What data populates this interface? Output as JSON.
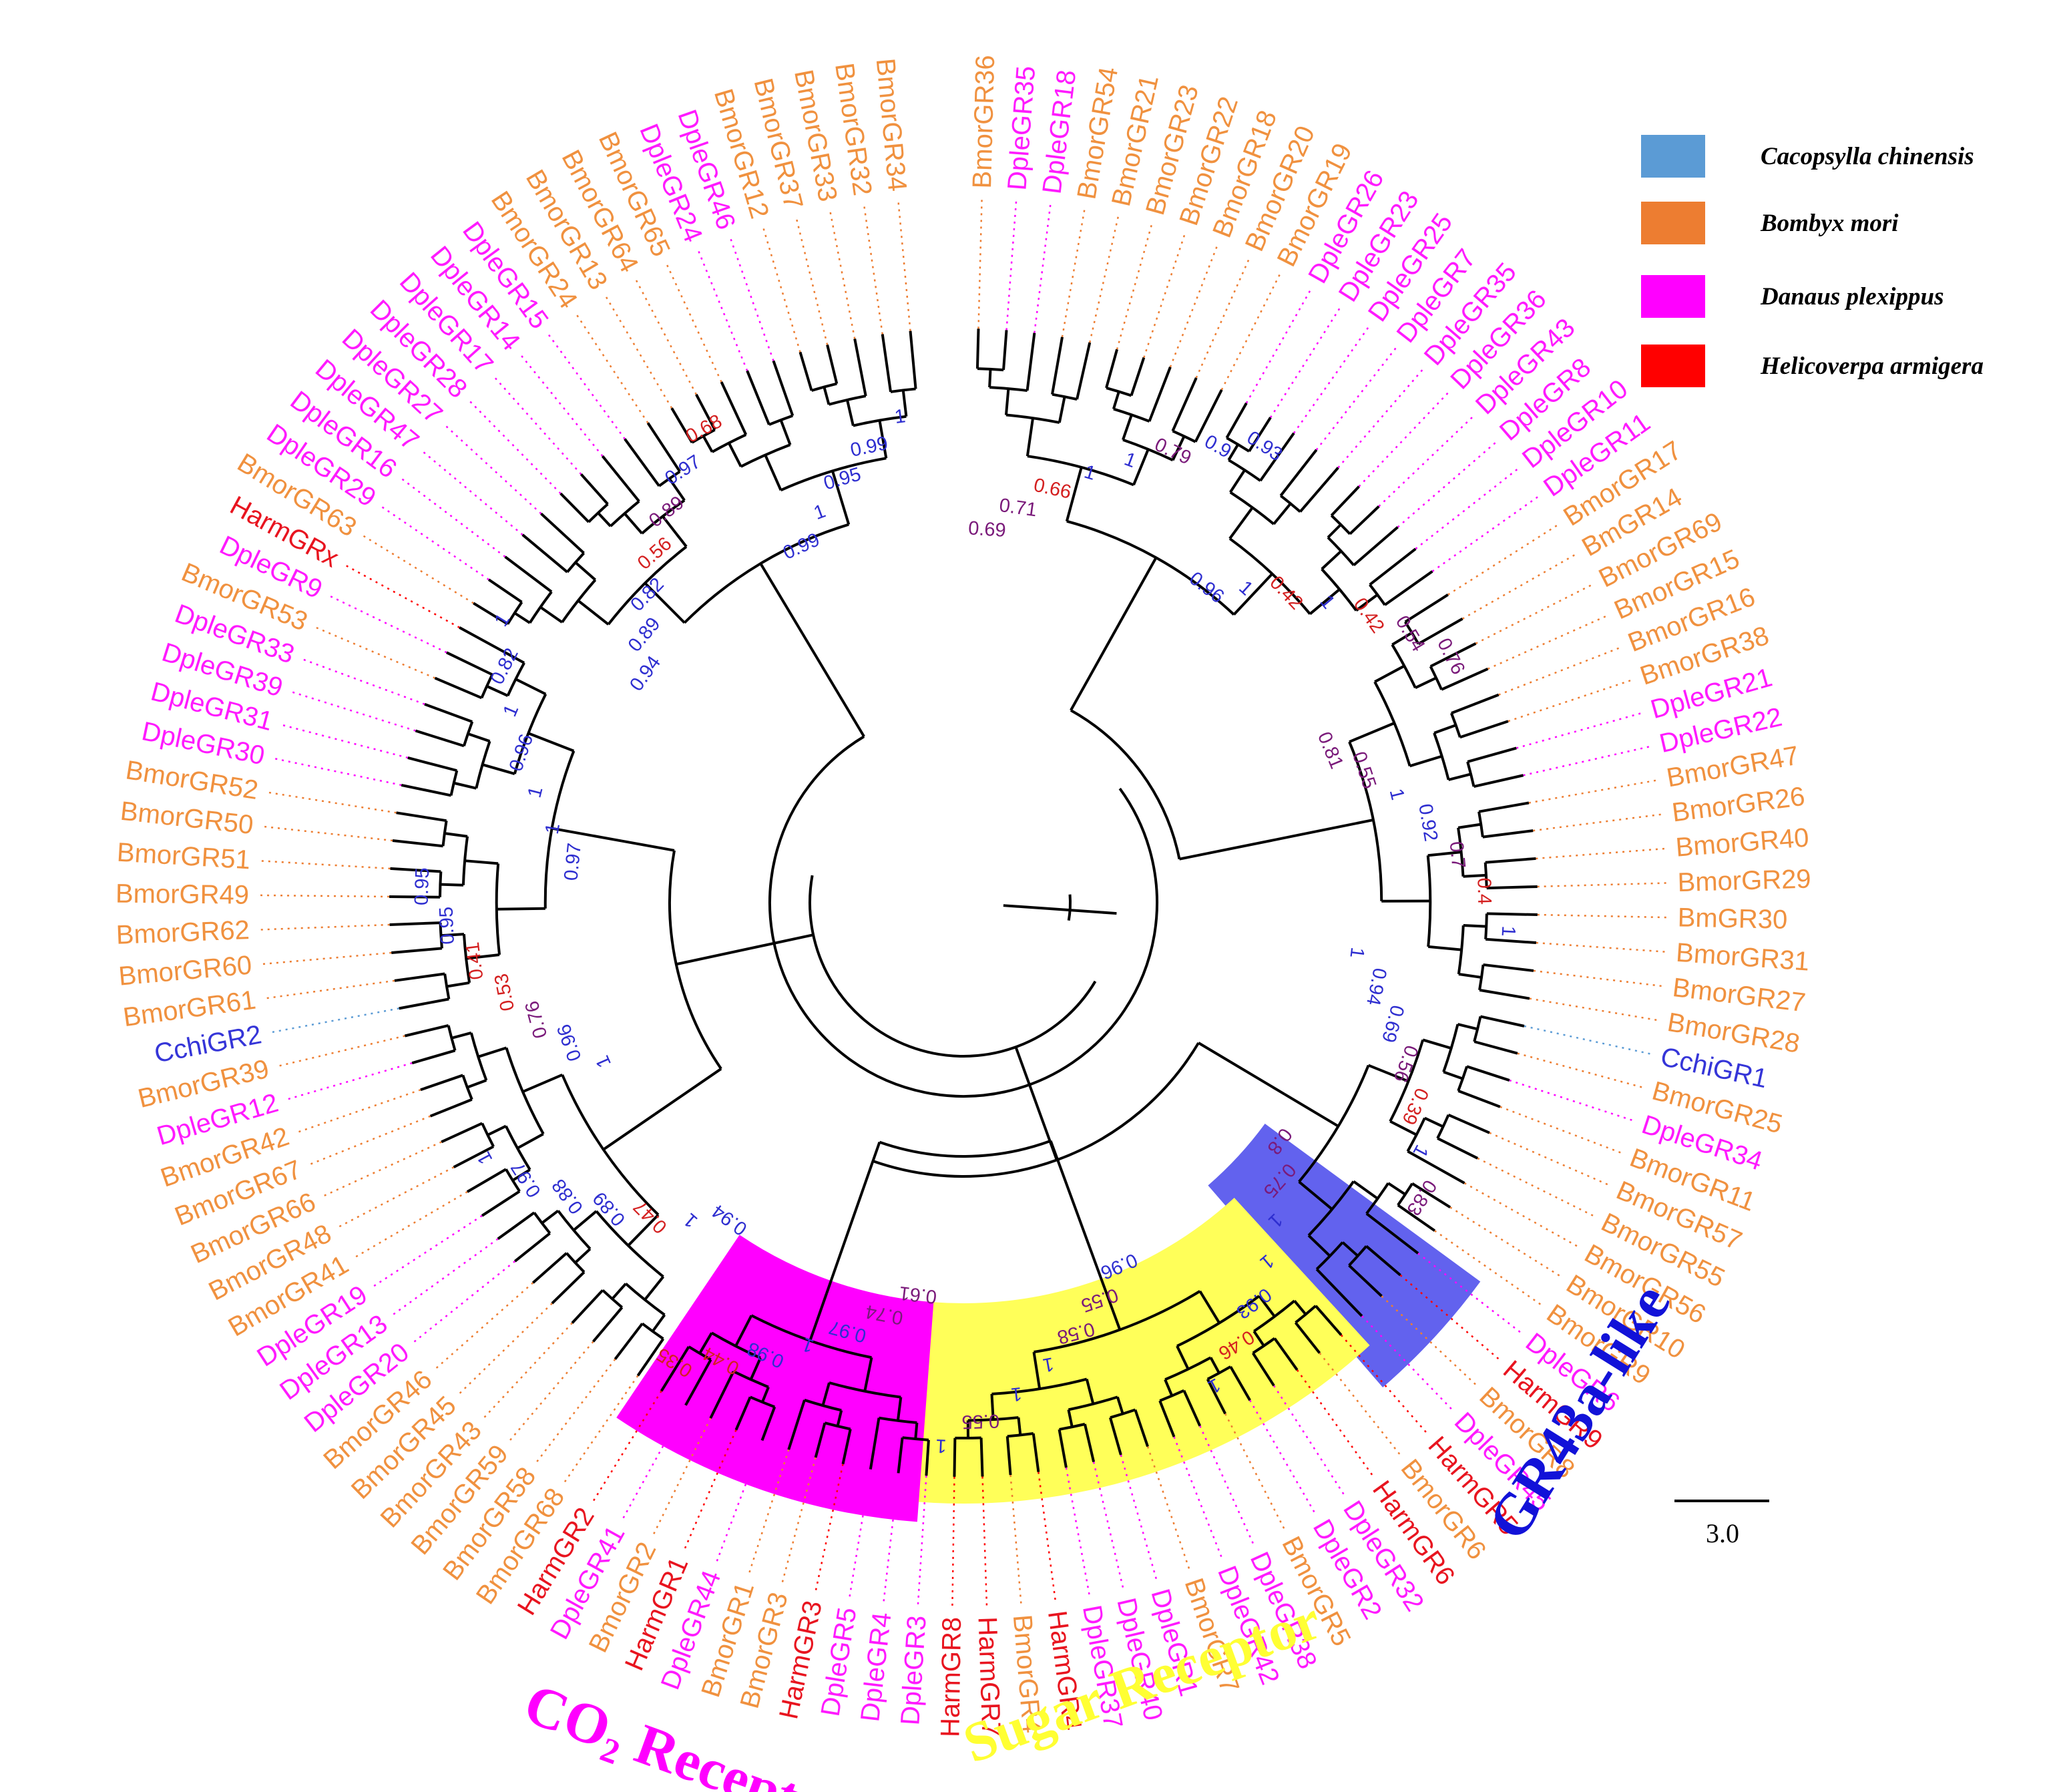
{
  "colors": {
    "Cchi": "#5b9bd5",
    "Bmor": "#ed7d31",
    "Dple": "#ff00ff",
    "Harm": "#ff0000",
    "CchiText": "#3535d8",
    "BmorText": "#f0913f",
    "DpleText": "#ff1aff",
    "HarmText": "#e8141f",
    "branch": "#000000",
    "co2_fill": "#ff00ff",
    "sugar_fill": "#ffff59",
    "gr43a_fill": "#6262ee",
    "co2_text": "#ff00ff",
    "sugar_text": "#ffff33",
    "gr43a_text": "#1212d8",
    "support_high": "#2e2ed0",
    "support_mid": "#7a1a7a",
    "support_low": "#d42020"
  },
  "legend": [
    {
      "key": "Cchi",
      "label": "Cacopsylla  chinensis"
    },
    {
      "key": "Bmor",
      "label": "Bombyx mori"
    },
    {
      "key": "Dple",
      "label": "Danaus plexippus"
    },
    {
      "key": "Harm",
      "label": "Helicoverpa armigera"
    }
  ],
  "clades": [
    {
      "name": "co2",
      "label_main": "CO",
      "label_sub": "2",
      "label_rest": " Receptor"
    },
    {
      "name": "sugar",
      "label_main": "Sugar Receptor"
    },
    {
      "name": "gr43a",
      "label_main": "GR43a-like"
    }
  ],
  "scale_bar": {
    "label": "3.0"
  },
  "leaves": [
    {
      "label": "BmorGR36",
      "sp": "Bmor"
    },
    {
      "label": "DpleGR35",
      "sp": "Dple"
    },
    {
      "label": "DpleGR18",
      "sp": "Dple"
    },
    {
      "label": "BmorGR54",
      "sp": "Bmor"
    },
    {
      "label": "BmorGR21",
      "sp": "Bmor"
    },
    {
      "label": "BmorGR23",
      "sp": "Bmor"
    },
    {
      "label": "BmorGR22",
      "sp": "Bmor"
    },
    {
      "label": "BmorGR18",
      "sp": "Bmor"
    },
    {
      "label": "BmorGR20",
      "sp": "Bmor"
    },
    {
      "label": "BmorGR19",
      "sp": "Bmor"
    },
    {
      "label": "DpleGR26",
      "sp": "Dple"
    },
    {
      "label": "DpleGR23",
      "sp": "Dple"
    },
    {
      "label": "DpleGR25",
      "sp": "Dple"
    },
    {
      "label": "DpleGR7",
      "sp": "Dple"
    },
    {
      "label": "DpleGR35",
      "sp": "Dple"
    },
    {
      "label": "DpleGR36",
      "sp": "Dple"
    },
    {
      "label": "DpleGR43",
      "sp": "Dple"
    },
    {
      "label": "DpleGR8",
      "sp": "Dple"
    },
    {
      "label": "DpleGR10",
      "sp": "Dple"
    },
    {
      "label": "DpleGR11",
      "sp": "Dple"
    },
    {
      "label": "BmorGR17",
      "sp": "Bmor"
    },
    {
      "label": "BmGR14",
      "sp": "Bmor"
    },
    {
      "label": "BmorGR69",
      "sp": "Bmor"
    },
    {
      "label": "BmorGR15",
      "sp": "Bmor"
    },
    {
      "label": "BmorGR16",
      "sp": "Bmor"
    },
    {
      "label": "BmorGR38",
      "sp": "Bmor"
    },
    {
      "label": "DpleGR21",
      "sp": "Dple"
    },
    {
      "label": "DpleGR22",
      "sp": "Dple"
    },
    {
      "label": "BmorGR47",
      "sp": "Bmor"
    },
    {
      "label": "BmorGR26",
      "sp": "Bmor"
    },
    {
      "label": "BmorGR40",
      "sp": "Bmor"
    },
    {
      "label": "BmorGR29",
      "sp": "Bmor"
    },
    {
      "label": "BmGR30",
      "sp": "Bmor"
    },
    {
      "label": "BmorGR31",
      "sp": "Bmor"
    },
    {
      "label": "BmorGR27",
      "sp": "Bmor"
    },
    {
      "label": "BmorGR28",
      "sp": "Bmor"
    },
    {
      "label": "CchiGR1",
      "sp": "Cchi"
    },
    {
      "label": "BmorGR25",
      "sp": "Bmor"
    },
    {
      "label": "DpleGR34",
      "sp": "Dple"
    },
    {
      "label": "BmorGR11",
      "sp": "Bmor"
    },
    {
      "label": "BmorGR57",
      "sp": "Bmor"
    },
    {
      "label": "BmorGR55",
      "sp": "Bmor"
    },
    {
      "label": "BmorGR56",
      "sp": "Bmor"
    },
    {
      "label": "BmorGR10",
      "sp": "Bmor"
    },
    {
      "label": "BmorGR9",
      "sp": "Bmor"
    },
    {
      "label": "DpleGR6",
      "sp": "Dple"
    },
    {
      "label": "HarmGR9",
      "sp": "Harm"
    },
    {
      "label": "BmorGR8",
      "sp": "Bmor"
    },
    {
      "label": "DpleGR45",
      "sp": "Dple"
    },
    {
      "label": "HarmGR5",
      "sp": "Harm"
    },
    {
      "label": "BmorGR6",
      "sp": "Bmor"
    },
    {
      "label": "HarmGR6",
      "sp": "Harm"
    },
    {
      "label": "DpleGR32",
      "sp": "Dple"
    },
    {
      "label": "DpleGR2",
      "sp": "Dple"
    },
    {
      "label": "BmorGR5",
      "sp": "Bmor"
    },
    {
      "label": "DpleGR38",
      "sp": "Dple"
    },
    {
      "label": "DpleGR42",
      "sp": "Dple"
    },
    {
      "label": "BmorGR7",
      "sp": "Bmor"
    },
    {
      "label": "DpleGR1",
      "sp": "Dple"
    },
    {
      "label": "DpleGR40",
      "sp": "Dple"
    },
    {
      "label": "DpleGR37",
      "sp": "Dple"
    },
    {
      "label": "HarmGR4",
      "sp": "Harm"
    },
    {
      "label": "BmorGR4",
      "sp": "Bmor"
    },
    {
      "label": "HarmGR7",
      "sp": "Harm"
    },
    {
      "label": "HarmGR8",
      "sp": "Harm"
    },
    {
      "label": "DpleGR3",
      "sp": "Dple"
    },
    {
      "label": "DpleGR4",
      "sp": "Dple"
    },
    {
      "label": "DpleGR5",
      "sp": "Dple"
    },
    {
      "label": "HarmGR3",
      "sp": "Harm"
    },
    {
      "label": "BmorGR3",
      "sp": "Bmor"
    },
    {
      "label": "BmorGR1",
      "sp": "Bmor"
    },
    {
      "label": "DpleGR44",
      "sp": "Dple"
    },
    {
      "label": "HarmGR1",
      "sp": "Harm"
    },
    {
      "label": "BmorGR2",
      "sp": "Bmor"
    },
    {
      "label": "DpleGR41",
      "sp": "Dple"
    },
    {
      "label": "HarmGR2",
      "sp": "Harm"
    },
    {
      "label": "BmorGR68",
      "sp": "Bmor"
    },
    {
      "label": "BmorGR58",
      "sp": "Bmor"
    },
    {
      "label": "BmorGR59",
      "sp": "Bmor"
    },
    {
      "label": "BmorGR43",
      "sp": "Bmor"
    },
    {
      "label": "BmorGR45",
      "sp": "Bmor"
    },
    {
      "label": "BmorGR46",
      "sp": "Bmor"
    },
    {
      "label": "DpleGR20",
      "sp": "Dple"
    },
    {
      "label": "DpleGR13",
      "sp": "Dple"
    },
    {
      "label": "DpleGR19",
      "sp": "Dple"
    },
    {
      "label": "BmorGR41",
      "sp": "Bmor"
    },
    {
      "label": "BmorGR48",
      "sp": "Bmor"
    },
    {
      "label": "BmorGR66",
      "sp": "Bmor"
    },
    {
      "label": "BmorGR67",
      "sp": "Bmor"
    },
    {
      "label": "BmorGR42",
      "sp": "Bmor"
    },
    {
      "label": "DpleGR12",
      "sp": "Dple"
    },
    {
      "label": "BmorGR39",
      "sp": "Bmor"
    },
    {
      "label": "CchiGR2",
      "sp": "Cchi"
    },
    {
      "label": "BmorGR61",
      "sp": "Bmor"
    },
    {
      "label": "BmorGR60",
      "sp": "Bmor"
    },
    {
      "label": "BmorGR62",
      "sp": "Bmor"
    },
    {
      "label": "BmorGR49",
      "sp": "Bmor"
    },
    {
      "label": "BmorGR51",
      "sp": "Bmor"
    },
    {
      "label": "BmorGR50",
      "sp": "Bmor"
    },
    {
      "label": "BmorGR52",
      "sp": "Bmor"
    },
    {
      "label": "DpleGR30",
      "sp": "Dple"
    },
    {
      "label": "DpleGR31",
      "sp": "Dple"
    },
    {
      "label": "DpleGR39",
      "sp": "Dple"
    },
    {
      "label": "DpleGR33",
      "sp": "Dple"
    },
    {
      "label": "BmorGR53",
      "sp": "Bmor"
    },
    {
      "label": "DpleGR9",
      "sp": "Dple"
    },
    {
      "label": "HarmGRx",
      "sp": "Harm"
    },
    {
      "label": "BmorGR63",
      "sp": "Bmor"
    },
    {
      "label": "DpleGR29",
      "sp": "Dple"
    },
    {
      "label": "DpleGR16",
      "sp": "Dple"
    },
    {
      "label": "DpleGR47",
      "sp": "Dple"
    },
    {
      "label": "DpleGR27",
      "sp": "Dple"
    },
    {
      "label": "DpleGR28",
      "sp": "Dple"
    },
    {
      "label": "DpleGR17",
      "sp": "Dple"
    },
    {
      "label": "DpleGR14",
      "sp": "Dple"
    },
    {
      "label": "DpleGR15",
      "sp": "Dple"
    },
    {
      "label": "BmorGR24",
      "sp": "Bmor"
    },
    {
      "label": "BmorGR13",
      "sp": "Bmor"
    },
    {
      "label": "BmorGR64",
      "sp": "Bmor"
    },
    {
      "label": "BmorGR65",
      "sp": "Bmor"
    },
    {
      "label": "DpleGR24",
      "sp": "Dple"
    },
    {
      "label": "DpleGR46",
      "sp": "Dple"
    },
    {
      "label": "BmorGR12",
      "sp": "Bmor"
    },
    {
      "label": "BmorGR37",
      "sp": "Bmor"
    },
    {
      "label": "BmorGR33",
      "sp": "Bmor"
    },
    {
      "label": "BmorGR32",
      "sp": "Bmor"
    },
    {
      "label": "BmorGR34",
      "sp": "Bmor"
    }
  ],
  "support_values": [
    {
      "v": "0.69",
      "lvl": "mid"
    },
    {
      "v": "0.71",
      "lvl": "mid"
    },
    {
      "v": "0.66",
      "lvl": "low"
    },
    {
      "v": "1",
      "lvl": "high"
    },
    {
      "v": "1",
      "lvl": "high"
    },
    {
      "v": "0.79",
      "lvl": "mid"
    },
    {
      "v": "0.9",
      "lvl": "high"
    },
    {
      "v": "0.93",
      "lvl": "high"
    },
    {
      "v": "0.96",
      "lvl": "high"
    },
    {
      "v": "1",
      "lvl": "high"
    },
    {
      "v": "0.42",
      "lvl": "low"
    },
    {
      "v": "1",
      "lvl": "high"
    },
    {
      "v": "0.42",
      "lvl": "low"
    },
    {
      "v": "0.54",
      "lvl": "mid"
    },
    {
      "v": "0.76",
      "lvl": "mid"
    },
    {
      "v": "0.81",
      "lvl": "mid"
    },
    {
      "v": "0.55",
      "lvl": "mid"
    },
    {
      "v": "1",
      "lvl": "high"
    },
    {
      "v": "0.92",
      "lvl": "high"
    },
    {
      "v": "0.7",
      "lvl": "mid"
    },
    {
      "v": "0.4",
      "lvl": "low"
    },
    {
      "v": "1",
      "lvl": "high"
    },
    {
      "v": "1",
      "lvl": "high"
    },
    {
      "v": "0.94",
      "lvl": "high"
    },
    {
      "v": "0.69",
      "lvl": "high"
    },
    {
      "v": "0.56",
      "lvl": "mid"
    },
    {
      "v": "0.39",
      "lvl": "low"
    },
    {
      "v": "1",
      "lvl": "high"
    },
    {
      "v": "0.83",
      "lvl": "mid"
    },
    {
      "v": "0.8",
      "lvl": "mid"
    },
    {
      "v": "0.75",
      "lvl": "mid"
    },
    {
      "v": "1",
      "lvl": "high"
    },
    {
      "v": "1",
      "lvl": "high"
    },
    {
      "v": "0.93",
      "lvl": "high"
    },
    {
      "v": "0.46",
      "lvl": "low"
    },
    {
      "v": "1",
      "lvl": "high"
    },
    {
      "v": "0.96",
      "lvl": "high"
    },
    {
      "v": "0.55",
      "lvl": "mid"
    },
    {
      "v": "0.58",
      "lvl": "mid"
    },
    {
      "v": "1",
      "lvl": "high"
    },
    {
      "v": "1",
      "lvl": "high"
    },
    {
      "v": "0.55",
      "lvl": "mid"
    },
    {
      "v": "1",
      "lvl": "high"
    },
    {
      "v": "0.61",
      "lvl": "mid"
    },
    {
      "v": "0.74",
      "lvl": "mid"
    },
    {
      "v": "0.97",
      "lvl": "high"
    },
    {
      "v": "1",
      "lvl": "high"
    },
    {
      "v": "0.98",
      "lvl": "high"
    },
    {
      "v": "0.44",
      "lvl": "low"
    },
    {
      "v": "0.35",
      "lvl": "low"
    },
    {
      "v": "0.94",
      "lvl": "high"
    },
    {
      "v": "1",
      "lvl": "high"
    },
    {
      "v": "0.47",
      "lvl": "low"
    },
    {
      "v": "0.89",
      "lvl": "high"
    },
    {
      "v": "0.88",
      "lvl": "high"
    },
    {
      "v": "0.97",
      "lvl": "high"
    },
    {
      "v": "1",
      "lvl": "high"
    },
    {
      "v": "1",
      "lvl": "high"
    },
    {
      "v": "0.96",
      "lvl": "high"
    },
    {
      "v": "0.76",
      "lvl": "mid"
    },
    {
      "v": "0.53",
      "lvl": "low"
    },
    {
      "v": "0.41",
      "lvl": "low"
    },
    {
      "v": "0.95",
      "lvl": "high"
    },
    {
      "v": "0.95",
      "lvl": "high"
    },
    {
      "v": "0.97",
      "lvl": "high"
    },
    {
      "v": "1",
      "lvl": "high"
    },
    {
      "v": "1",
      "lvl": "high"
    },
    {
      "v": "0.96",
      "lvl": "high"
    },
    {
      "v": "1",
      "lvl": "high"
    },
    {
      "v": "0.82",
      "lvl": "high"
    },
    {
      "v": "1",
      "lvl": "high"
    },
    {
      "v": "0.94",
      "lvl": "high"
    },
    {
      "v": "0.89",
      "lvl": "high"
    },
    {
      "v": "0.82",
      "lvl": "high"
    },
    {
      "v": "0.56",
      "lvl": "low"
    },
    {
      "v": "0.89",
      "lvl": "mid"
    },
    {
      "v": "0.97",
      "lvl": "high"
    },
    {
      "v": "0.68",
      "lvl": "low"
    },
    {
      "v": "0.99",
      "lvl": "high"
    },
    {
      "v": "1",
      "lvl": "high"
    },
    {
      "v": "0.95",
      "lvl": "high"
    },
    {
      "v": "0.99",
      "lvl": "high"
    },
    {
      "v": "1",
      "lvl": "high"
    }
  ]
}
